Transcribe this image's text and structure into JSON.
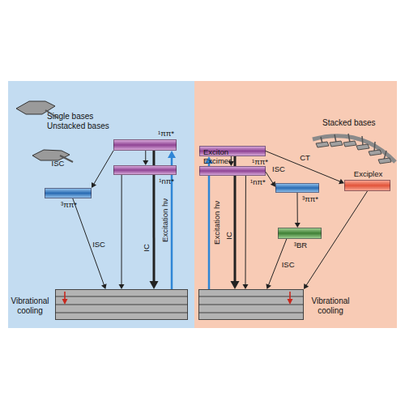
{
  "diagram": {
    "nodes": [
      {
        "text": [
          "Single bases Unstacked bases"
        ]
      },
      {
        "text": [
          "¹ππ*"
        ],
        "in": 0
      },
      {
        "text": [
          "¹nπ*"
        ],
        "in": 0
      },
      {
        "text": [
          "³ππ*"
        ],
        "in": 0
      },
      {
        "text": [
          "Vibrational cooling"
        ],
        "in": 0
      },
      {
        "text": [
          "Stacked bases"
        ]
      },
      {
        "text": [
          "Exciton Excimer",
          "¹ππ*"
        ],
        "in": 5
      },
      {
        "text": [
          "¹nπ*"
        ],
        "in": 5
      },
      {
        "text": [
          "³ππ*"
        ],
        "in": 5
      },
      {
        "text": [
          "Exciplex"
        ],
        "in": 5
      },
      {
        "text": [
          "³BR"
        ],
        "in": 5
      },
      {
        "text": [
          "Vibrational cooling"
        ],
        "in": 5
      }
    ],
    "edges": [
      {
        "from": 1,
        "to": 2,
        "arrow": "to"
      },
      {
        "from": 1,
        "to": 3,
        "label": "ISC",
        "arrow": "to"
      },
      {
        "from": 3,
        "to": 4,
        "label": "ISC",
        "arrow": "to"
      },
      {
        "from": 2,
        "to": 4,
        "arrow": "to"
      },
      {
        "from": 1,
        "to": 4,
        "label": "IC",
        "arrow": "to"
      },
      {
        "from": 4,
        "to": 1,
        "label": "Excitation hν",
        "arrow": "to"
      },
      {
        "from": 6,
        "to": 7,
        "arrow": "to"
      },
      {
        "from": 11,
        "to": 6,
        "label": "Excitation hν",
        "arrow": "to"
      },
      {
        "from": 6,
        "to": 11,
        "label": "IC",
        "arrow": "to"
      },
      {
        "from": 7,
        "to": 11,
        "arrow": "to"
      },
      {
        "from": 7,
        "to": 8,
        "label": "ISC",
        "arrow": "to"
      },
      {
        "from": 6,
        "to": 9,
        "label": "CT",
        "arrow": "to"
      },
      {
        "from": 8,
        "to": 10,
        "arrow": "to"
      },
      {
        "from": 10,
        "to": 11,
        "label": "ISC",
        "arrow": "to"
      },
      {
        "from": 9,
        "to": 11,
        "arrow": "to"
      }
    ]
  }
}
